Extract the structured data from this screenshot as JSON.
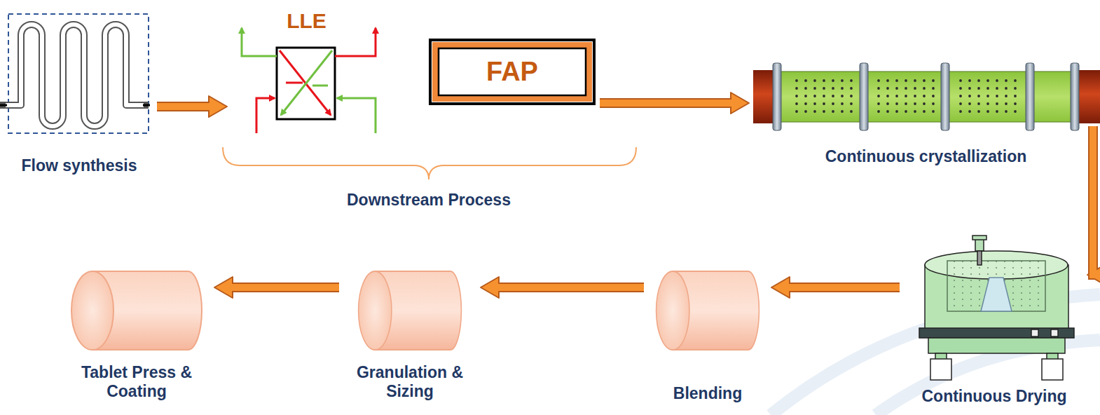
{
  "diagram": {
    "nodes": [
      {
        "text": [
          "Flow synthesis"
        ]
      },
      {
        "text": [
          "LLE"
        ]
      },
      {
        "text": [
          "FAP"
        ]
      },
      {
        "text": [
          "Continuous crystallization"
        ]
      },
      {
        "text": [
          "Continuous Drying"
        ]
      },
      {
        "text": [
          "Blending"
        ]
      },
      {
        "text": [
          "Granulation & Sizing"
        ]
      },
      {
        "text": [
          "Tablet Press & Coating"
        ]
      }
    ],
    "edges": [
      {
        "from": 0,
        "to": 1,
        "arrow": "to"
      },
      {
        "from": 2,
        "to": 3,
        "arrow": "to"
      },
      {
        "from": 3,
        "to": 4,
        "arrow": "to"
      },
      {
        "from": 4,
        "to": 5,
        "arrow": "to"
      },
      {
        "from": 5,
        "to": 6,
        "arrow": "to"
      },
      {
        "from": 6,
        "to": 7,
        "arrow": "to"
      }
    ],
    "labels": [
      "Downstream Process"
    ]
  }
}
